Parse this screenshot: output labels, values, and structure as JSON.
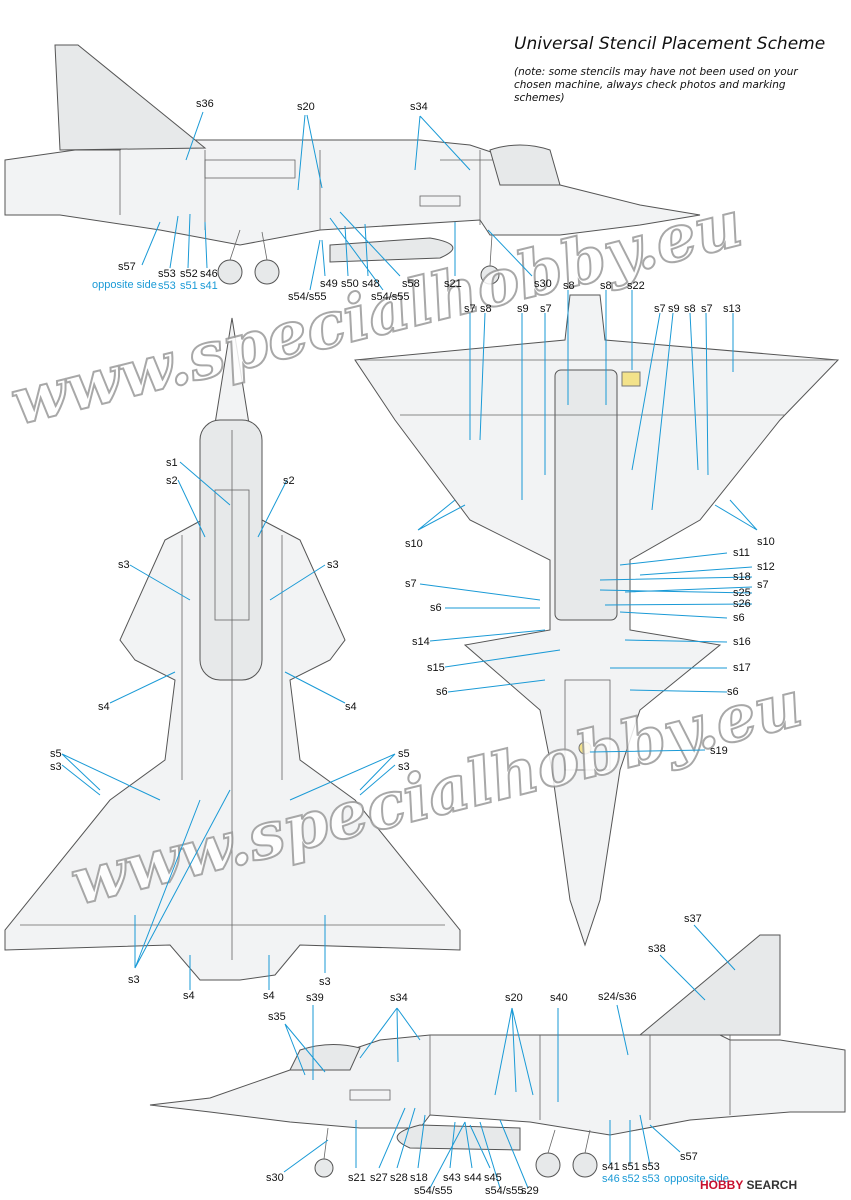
{
  "header": {
    "title": "Universal Stencil Placement Scheme",
    "note": "(note: some stencils may have not been used on your chosen machine, always check photos and marking schemes)"
  },
  "watermark": "www.specialhobby.eu",
  "credit": {
    "brand": "HOBBY",
    "suffix": "SEARCH"
  },
  "colors": {
    "leader": "#1a9ad6",
    "opposite_side": "#1a9ad6",
    "label": "#111111"
  },
  "views": {
    "left_side": {
      "labels": [
        "s36",
        "s20",
        "s34",
        "s57",
        "s53",
        "s52",
        "s46",
        "s49",
        "s50",
        "s48",
        "s58",
        "s21",
        "s30",
        "s54/s55",
        "s54/s55"
      ],
      "opposite_side": {
        "caption": "opposite side",
        "labels": [
          "s53",
          "s51",
          "s41"
        ]
      }
    },
    "top": {
      "labels": [
        "s1",
        "s2",
        "s2",
        "s3",
        "s3",
        "s4",
        "s4",
        "s5",
        "s3",
        "s5",
        "s3",
        "s3",
        "s4",
        "s4",
        "s3"
      ]
    },
    "bottom": {
      "labels": [
        "s7",
        "s8",
        "s9",
        "s7",
        "s8",
        "s8",
        "s22",
        "s7",
        "s9",
        "s8",
        "s7",
        "s13",
        "s10",
        "s10",
        "s11",
        "s12",
        "s7",
        "s18",
        "s7",
        "s25",
        "s26",
        "s6",
        "s6",
        "s14",
        "s16",
        "s15",
        "s17",
        "s6",
        "s6",
        "s19"
      ]
    },
    "right_side": {
      "labels": [
        "s37",
        "s38",
        "s24/s36",
        "s39",
        "s34",
        "s35",
        "s20",
        "s40",
        "s30",
        "s21",
        "s27",
        "s28",
        "s18",
        "s43",
        "s44",
        "s45",
        "s29",
        "s41",
        "s51",
        "s53",
        "s57",
        "s54/s55",
        "s54/s55"
      ],
      "opposite_side": {
        "caption": "opposite side",
        "labels": [
          "s46",
          "s52",
          "s53"
        ]
      }
    }
  }
}
